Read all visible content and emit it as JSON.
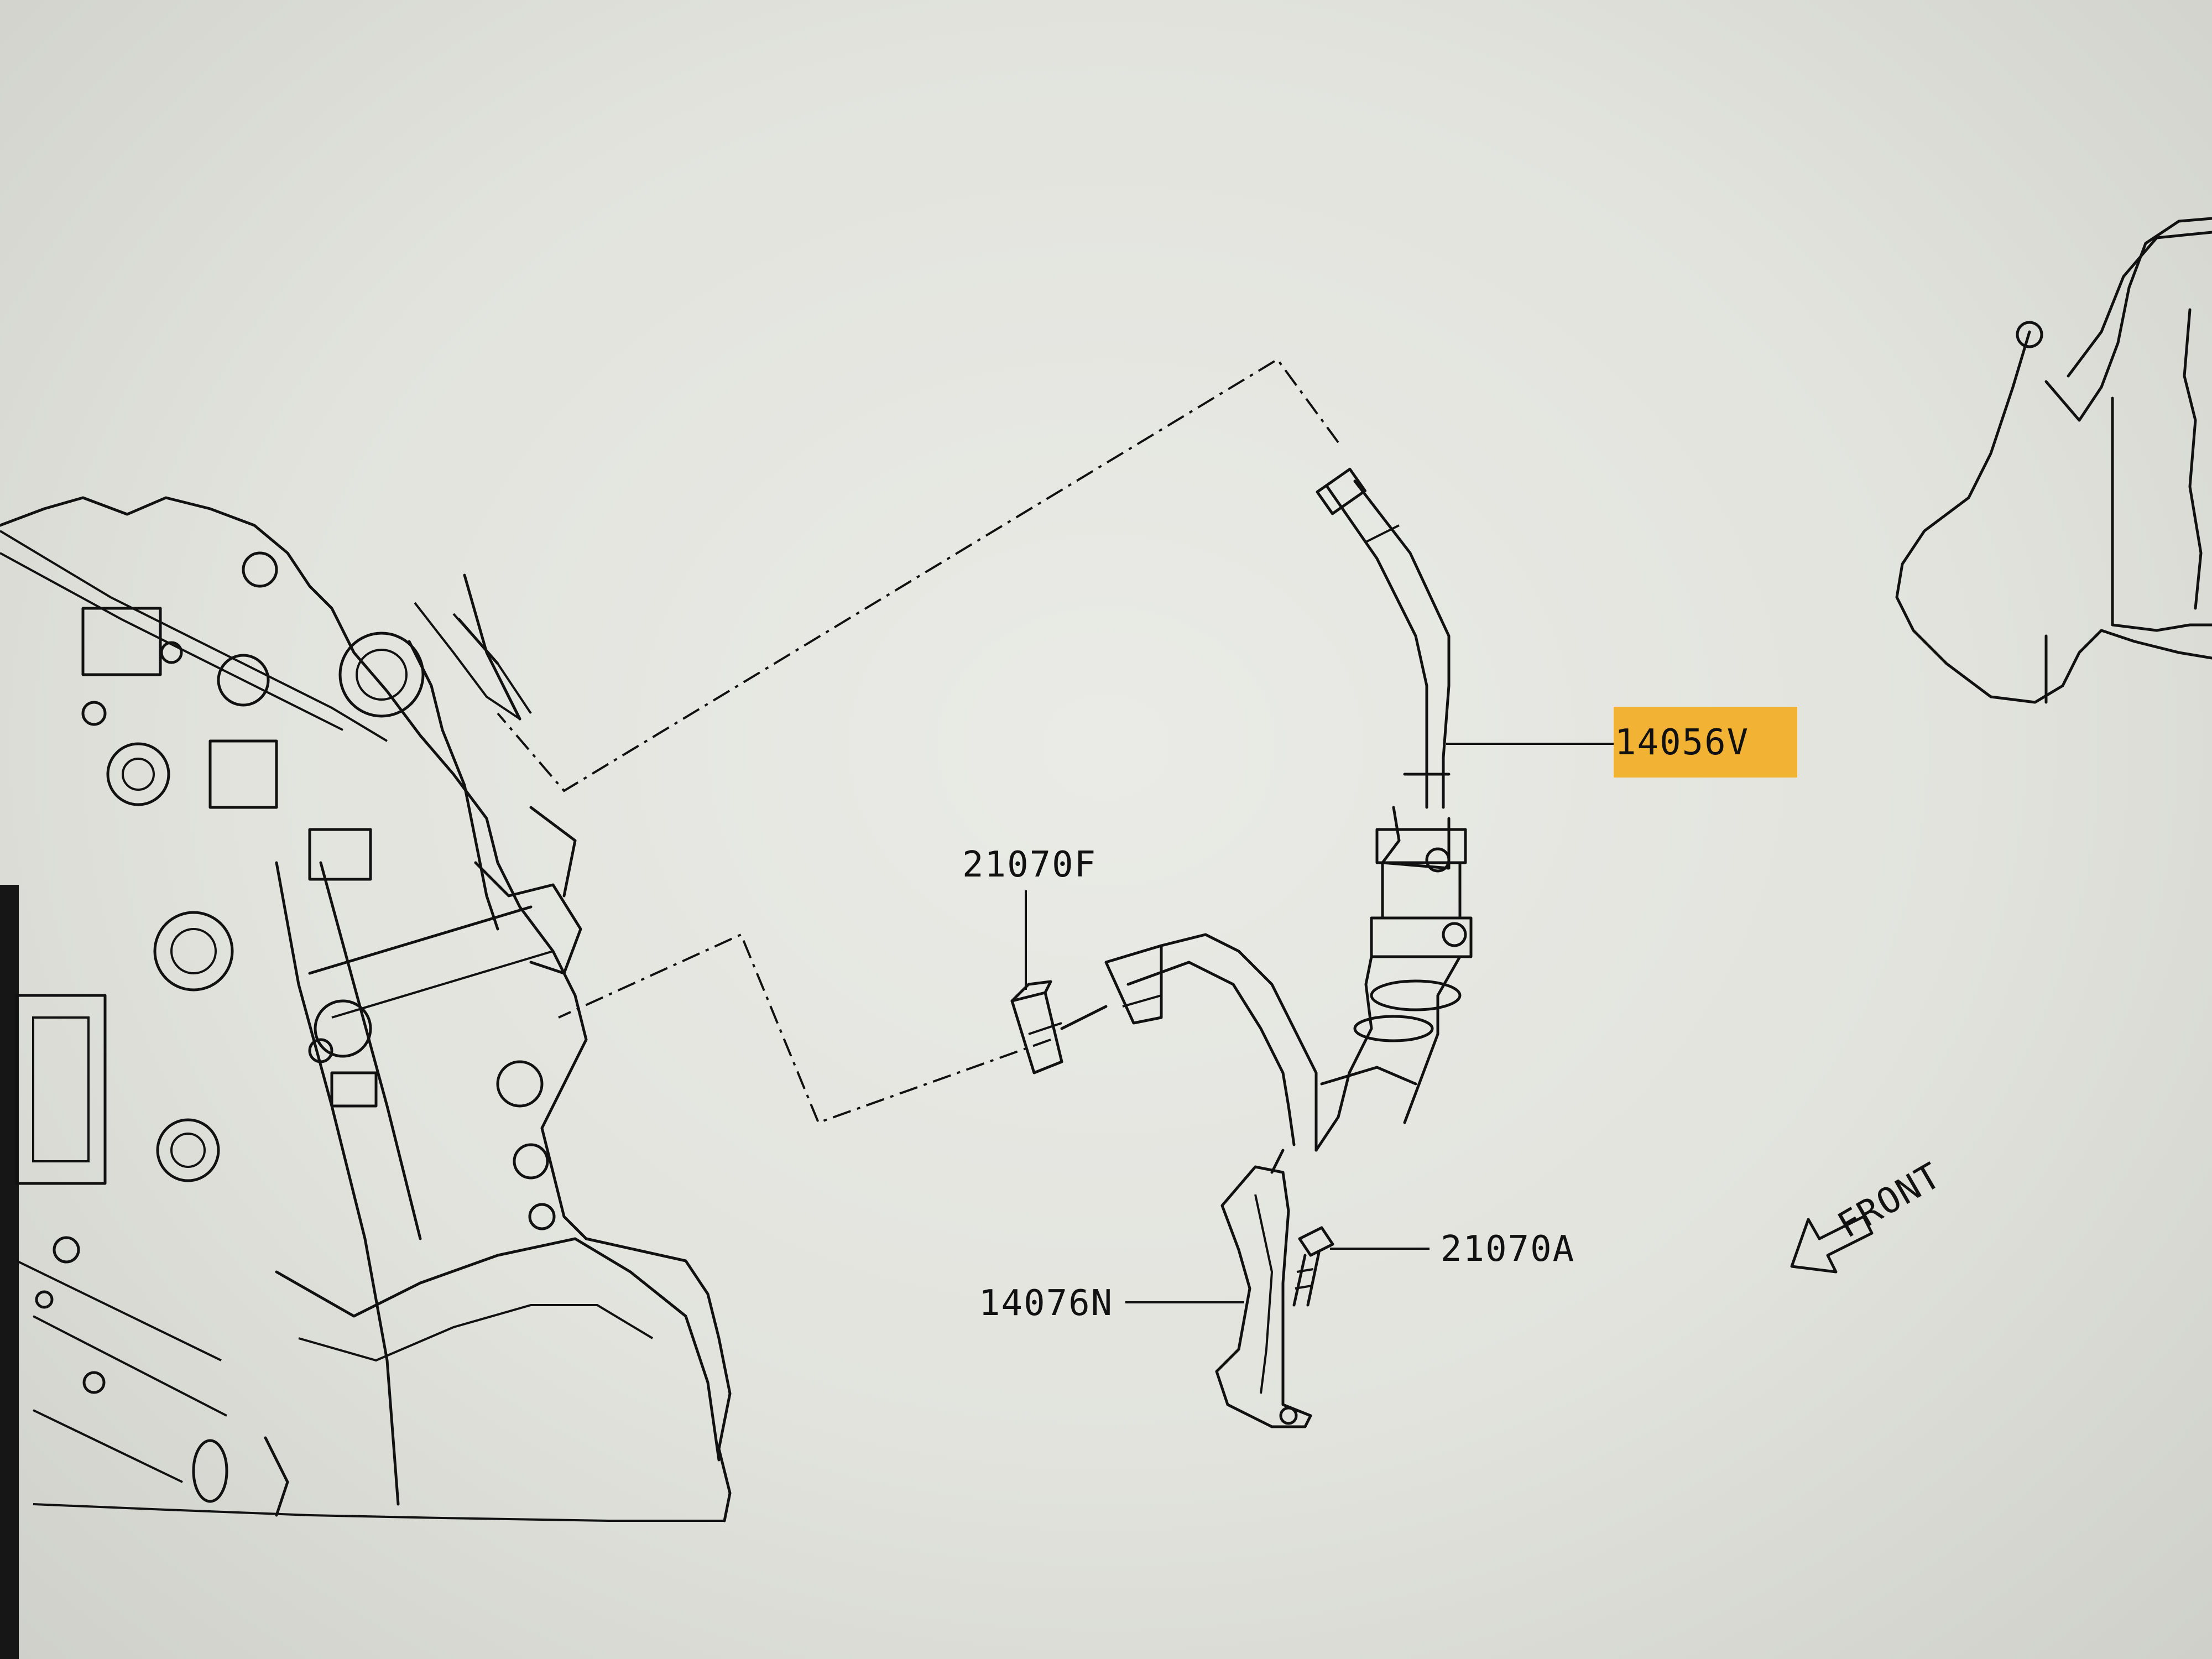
{
  "labels": {
    "hose_main": "14056V",
    "clip": "21070F",
    "bolt": "21070A",
    "bracket": "14076N",
    "direction": "FRONT"
  },
  "colors": {
    "background": "#e2e3dd",
    "line": "#111111",
    "highlight": "#f2b233",
    "monitor_bezel": "#161616"
  },
  "highlighted_part": "14056V"
}
